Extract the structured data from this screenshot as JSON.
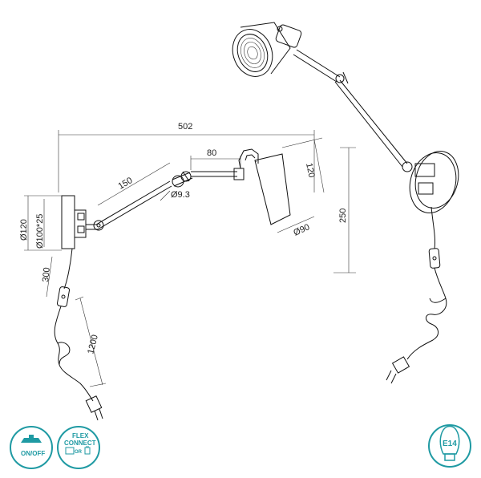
{
  "dimensions": {
    "total_length": "502",
    "arm_150": "150",
    "arm_80": "80",
    "pivot_diam": "Ø9.3",
    "shade_120": "120",
    "shade_diam": "Ø90",
    "height": "250",
    "base_diam": "Ø120",
    "base_inner": "Ø100*25",
    "cord_300": "300",
    "cord_1200": "1200"
  },
  "icons": {
    "onoff": {
      "label": "ON/OFF",
      "icon": "switch-icon"
    },
    "flex": {
      "label_1": "FLEX",
      "label_2": "CONNECT",
      "label_3": "OR",
      "icon": "plug-icon"
    },
    "bulb": {
      "label": "E14",
      "icon": "bulb-icon"
    }
  },
  "colors": {
    "icon": "#1f9aa3"
  }
}
